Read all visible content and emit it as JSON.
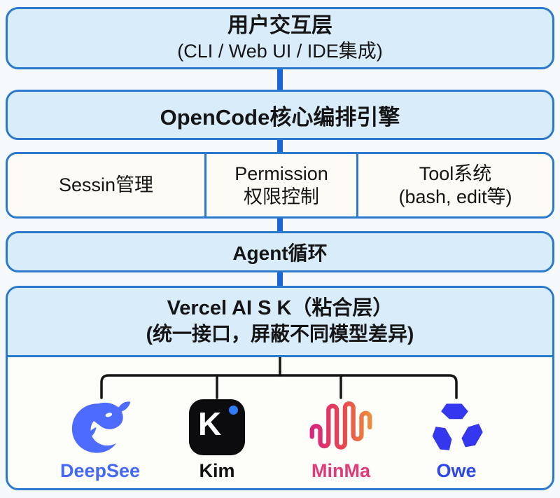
{
  "diagram": {
    "user_layer": {
      "title": "用户交互层",
      "subtitle": "(CLI / Web UI / IDE集成)"
    },
    "engine_layer": {
      "title": "OpenCode核心编排引擎"
    },
    "modules": [
      {
        "line1": "Sessin管理",
        "line2": ""
      },
      {
        "line1": "Permission",
        "line2": "权限控制"
      },
      {
        "line1": "Tool系统",
        "line2": "(bash, edit等)"
      }
    ],
    "agent_layer": {
      "title": "Agent循环"
    },
    "sdk_layer": {
      "title": "Vercel AI S K（粘合层）",
      "subtitle": "(统一接口，屏蔽不同模型差异)"
    },
    "providers": [
      {
        "label": "DeepSee",
        "icon": "deepseek-whale-icon",
        "label_color": "#4468fa"
      },
      {
        "label": "Kim",
        "icon": "kimi-k-icon",
        "label_color": "#111111",
        "letter": "K"
      },
      {
        "label": "MinMa",
        "icon": "minimax-waveform-icon",
        "label_color": "#e2397a"
      },
      {
        "label": "Owe",
        "icon": "qwen-pinwheel-icon",
        "label_color": "#2d47ee"
      }
    ],
    "colors": {
      "layer_fill": "#d9ecfa",
      "layer_border": "#2a79cd",
      "connector_blue": "#1766d8",
      "panel_fill": "#fcfbf6",
      "tree_black": "#151515",
      "deepseek_blue": "#4d6bfe",
      "kimi_black": "#0c0c0e",
      "kimi_dot_blue": "#2f7df6",
      "minimax_gradient_start": "#d9257e",
      "minimax_gradient_mid": "#e8474f",
      "minimax_gradient_end": "#ef8b3c",
      "qwen_blue": "#3437ee"
    }
  }
}
